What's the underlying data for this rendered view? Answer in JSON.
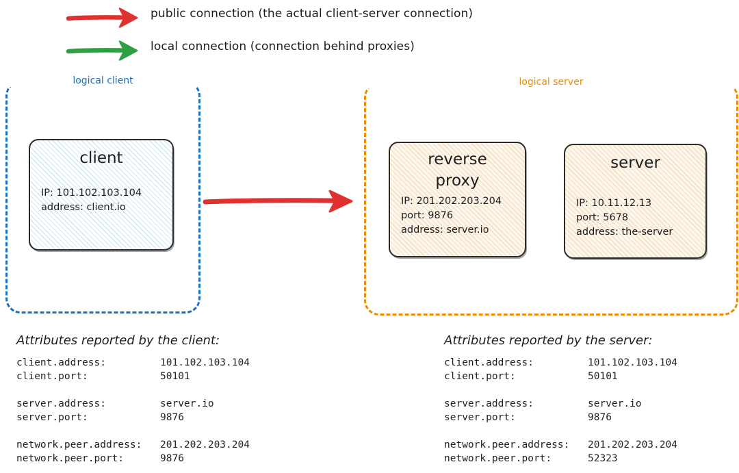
{
  "legend": {
    "items": [
      {
        "color": "#e03131",
        "icon": "arrow-right-icon",
        "label": "public connection (the actual client-server connection)"
      },
      {
        "color": "#2f9e44",
        "icon": "arrow-right-icon",
        "label": "local connection (connection behind proxies)"
      }
    ]
  },
  "groups": {
    "client": {
      "label": "logical client",
      "color": "#1971c2"
    },
    "server": {
      "label": "logical server",
      "color": "#f08c00"
    }
  },
  "nodes": {
    "client": {
      "title": "client",
      "lines": [
        "IP: 101.102.103.104",
        "address: client.io"
      ]
    },
    "reverse_proxy": {
      "title": "reverse proxy",
      "title_line1": "reverse",
      "title_line2": "proxy",
      "lines": [
        "IP: 201.202.203.204",
        "port: 9876",
        "address: server.io"
      ]
    },
    "server": {
      "title": "server",
      "lines": [
        "IP: 10.11.12.13",
        "port: 5678",
        "address: the-server"
      ]
    }
  },
  "connections": {
    "public": {
      "color": "#e03131",
      "from": "client",
      "to": "reverse proxy"
    }
  },
  "attributes": {
    "client_report": {
      "heading": "Attributes reported by the client:",
      "rows": [
        {
          "key": "client.address:",
          "value": "101.102.103.104"
        },
        {
          "key": "client.port:",
          "value": "50101"
        },
        {
          "spacer": true
        },
        {
          "key": "server.address:",
          "value": "server.io"
        },
        {
          "key": "server.port:",
          "value": "9876"
        },
        {
          "spacer": true
        },
        {
          "key": "network.peer.address:",
          "value": "201.202.203.204"
        },
        {
          "key": "network.peer.port:",
          "value": "9876"
        }
      ]
    },
    "server_report": {
      "heading": "Attributes reported by the server:",
      "rows": [
        {
          "key": "client.address:",
          "value": "101.102.103.104"
        },
        {
          "key": "client.port:",
          "value": "50101"
        },
        {
          "spacer": true
        },
        {
          "key": "server.address:",
          "value": "server.io"
        },
        {
          "key": "server.port:",
          "value": "9876"
        },
        {
          "spacer": true
        },
        {
          "key": "network.peer.address:",
          "value": "201.202.203.204"
        },
        {
          "key": "network.peer.port:",
          "value": "52323"
        }
      ]
    }
  }
}
